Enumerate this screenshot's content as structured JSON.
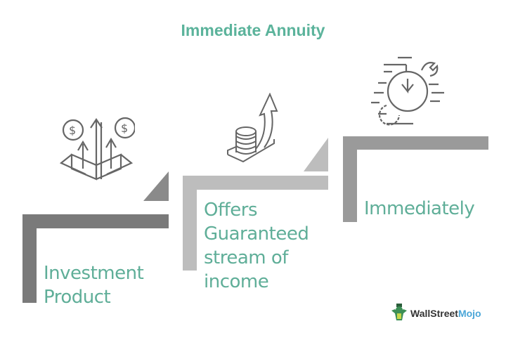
{
  "title": "Immediate Annuity",
  "steps": [
    {
      "label_lines": [
        "Investment",
        "Product"
      ],
      "icon": "box-money-arrows-icon"
    },
    {
      "label_lines": [
        "Offers",
        "Guaranteed",
        "stream of",
        "income"
      ],
      "icon": "coins-growth-arrow-icon"
    },
    {
      "label_lines": [
        "Immediately"
      ],
      "icon": "stopwatch-gear-wrench-icon"
    }
  ],
  "logo": {
    "part1": "WallStreet",
    "part2": "Mojo"
  },
  "colors": {
    "accent": "#5fae98",
    "step1": "#7a7a7a",
    "step2": "#bdbdbd",
    "step3": "#9a9a9a"
  }
}
